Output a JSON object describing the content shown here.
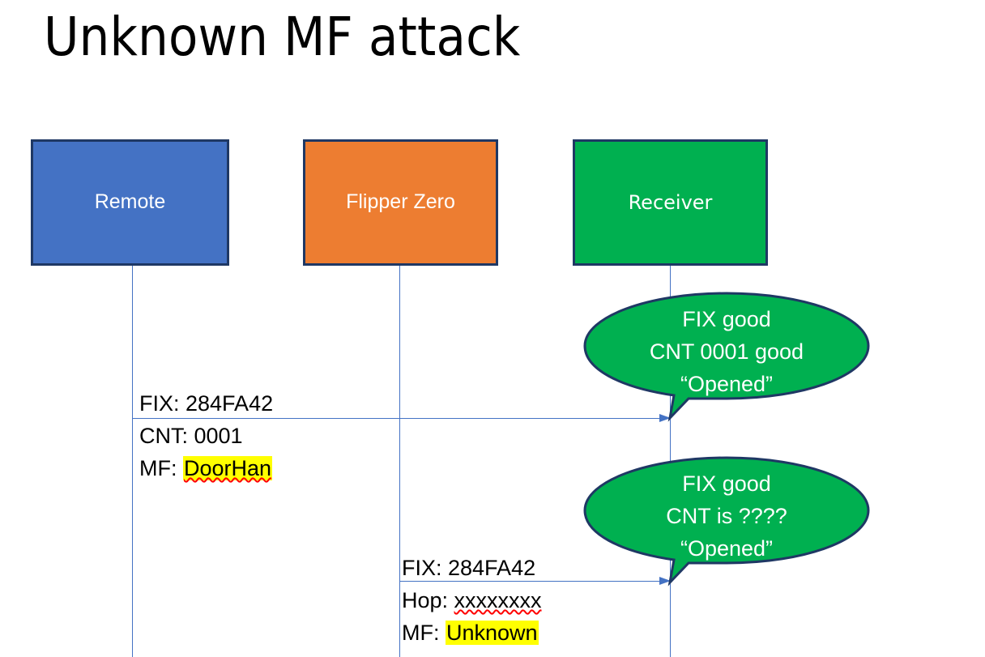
{
  "slide": {
    "title": "Unknown MF attack",
    "background_color": "#FFFFFF"
  },
  "colors": {
    "remote_blue": "#4472C4",
    "flipper_orange": "#ED7D31",
    "receiver_green": "#00B050",
    "box_border": "#1F3864",
    "lifeline": "#4472C4",
    "highlight": "#FFFF00",
    "spellcheck": "#FF0000",
    "callout_text": "#FFFFFF"
  },
  "actors": [
    {
      "id": "remote",
      "label": "Remote"
    },
    {
      "id": "flipper",
      "label": "Flipper Zero"
    },
    {
      "id": "receiver",
      "label": "Receiver"
    }
  ],
  "messages": [
    {
      "id": "message-1",
      "from": "remote",
      "to": "receiver",
      "line_top": "FIX: 284FA42",
      "line_body_1_prefix": "CNT: 0001",
      "line_body_2_prefix": "MF: ",
      "line_body_2_highlight": "DoorHan"
    },
    {
      "id": "message-2",
      "from": "flipper",
      "to": "receiver",
      "line_top": "FIX: 284FA42",
      "line_body_1_prefix": "Hop: ",
      "line_body_1_spell": "xxxxxxxx",
      "line_body_2_prefix": "MF: ",
      "line_body_2_highlight": "Unknown"
    }
  ],
  "callouts": [
    {
      "id": "callout-1",
      "line1": "FIX good",
      "line2": "CNT 0001 good",
      "line3": "“Opened”"
    },
    {
      "id": "callout-2",
      "line1": "FIX good",
      "line2": "CNT is ????",
      "line3": "“Opened”"
    }
  ]
}
